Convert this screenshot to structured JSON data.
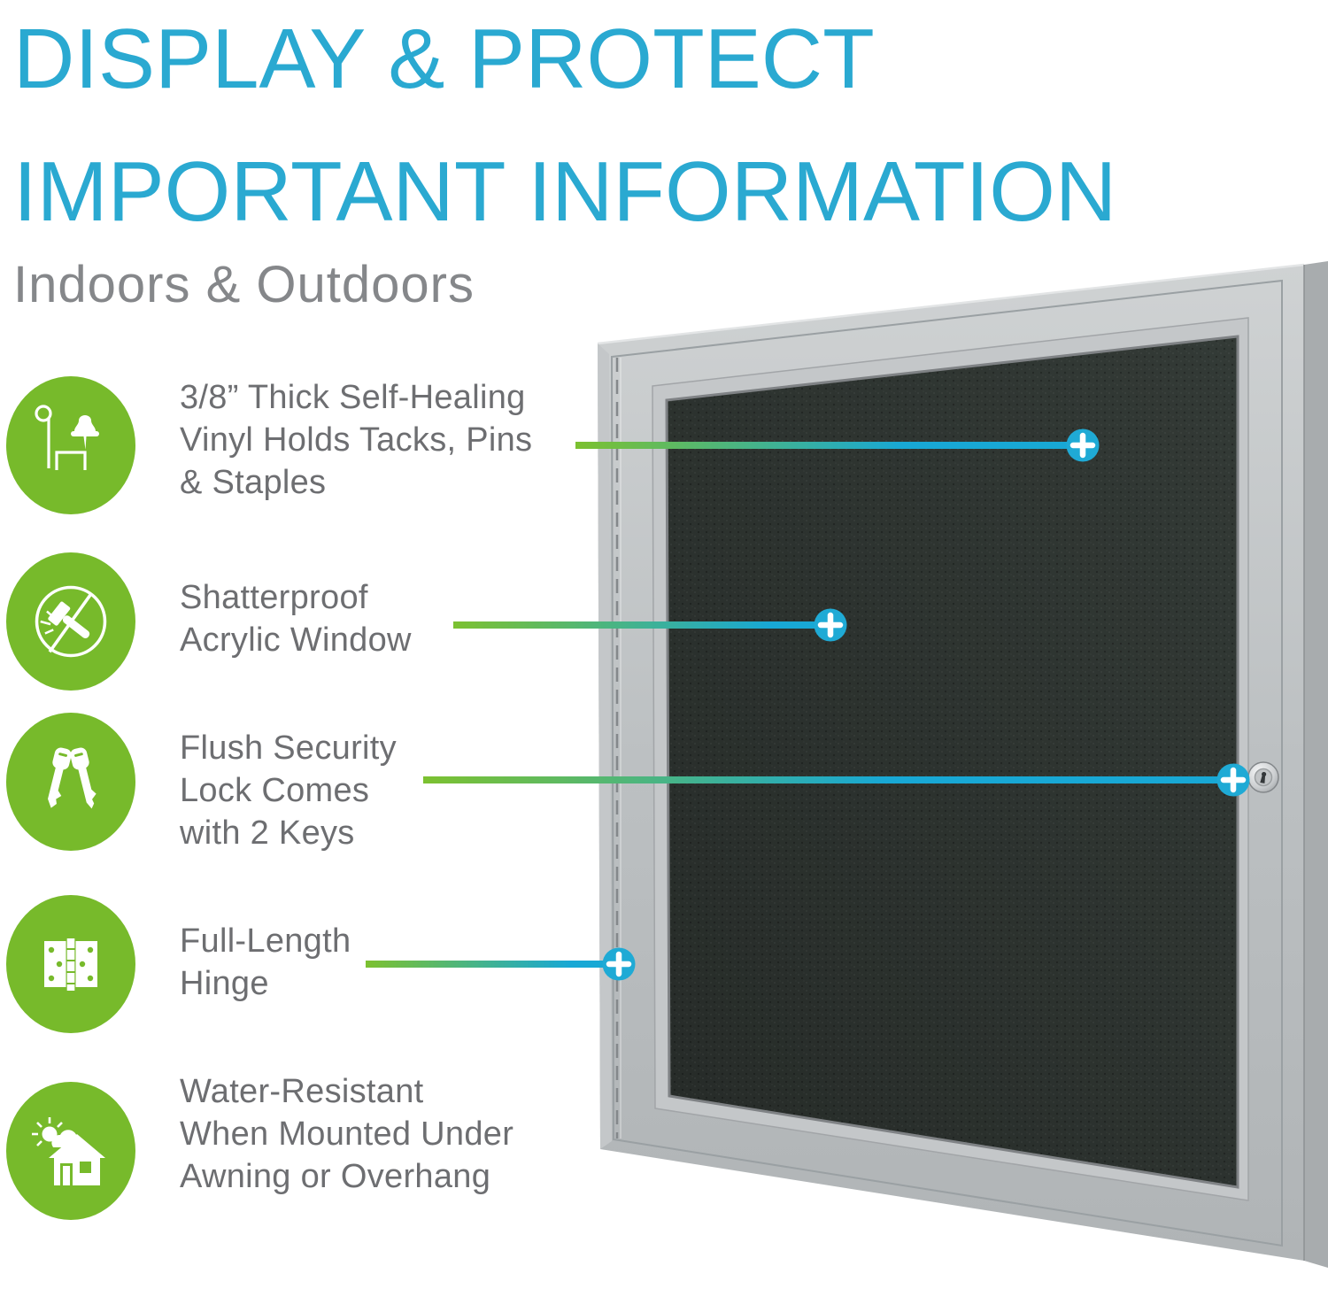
{
  "page": {
    "title_line1": "DISPLAY & PROTECT",
    "title_line2": "IMPORTANT INFORMATION",
    "subtitle": "Indoors & Outdoors"
  },
  "features": [
    {
      "icon": "pins-tacks-staples-icon",
      "lines": [
        "3/8” Thick Self-Healing",
        "Vinyl Holds Tacks, Pins",
        "& Staples"
      ]
    },
    {
      "icon": "shatterproof-no-hammer-icon",
      "lines": [
        "Shatterproof",
        "Acrylic Window"
      ]
    },
    {
      "icon": "two-keys-icon",
      "lines": [
        "Flush Security",
        "Lock Comes",
        "with 2 Keys"
      ]
    },
    {
      "icon": "full-length-hinge-icon",
      "lines": [
        "Full-Length",
        "Hinge"
      ]
    },
    {
      "icon": "house-sun-awning-icon",
      "lines": [
        "Water-Resistant",
        "When Mounted Under",
        "Awning or Overhang"
      ]
    }
  ],
  "markers": {
    "symbol": "+",
    "count": 4
  },
  "colors": {
    "accent_cyan": "#2aa9d1",
    "accent_green": "#77ba2b",
    "callout_gradient_start": "#7cc130",
    "callout_gradient_end": "#18a8d5",
    "feature_text_gray": "#6d6e71",
    "subtitle_gray": "#85878a",
    "frame_silver": "#b7bbbd",
    "board_surface_charcoal": "#2c332f"
  }
}
